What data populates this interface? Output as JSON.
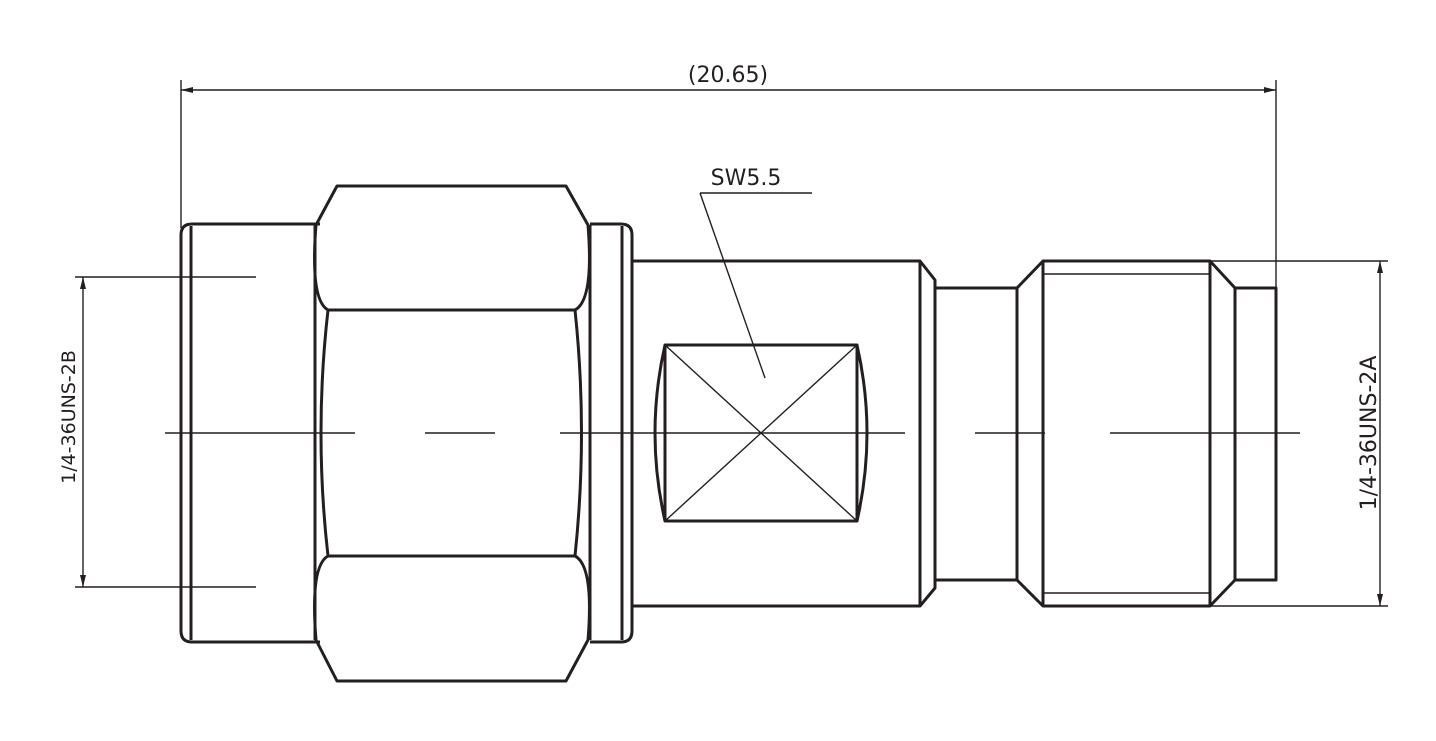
{
  "drawing": {
    "overall_length": "(20.65)",
    "wrench_flat": "SW5.5",
    "left_thread": "1/4-36UNS-2B",
    "right_thread": "1/4-36UNS-2A",
    "line_color": "#231f20"
  }
}
